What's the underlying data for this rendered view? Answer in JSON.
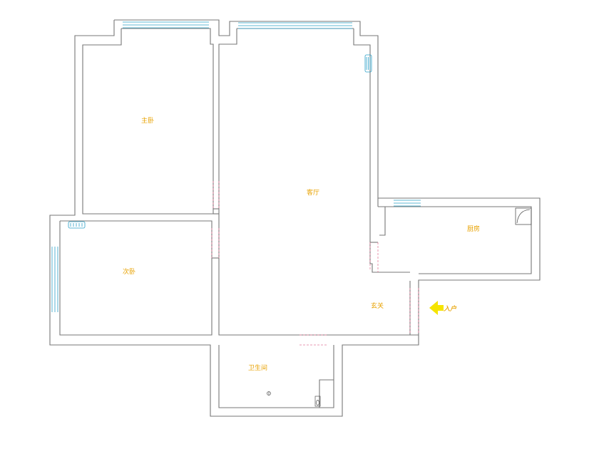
{
  "plan": {
    "rooms": {
      "master_bedroom": "主卧",
      "living_room": "客厅",
      "kitchen": "厨房",
      "second_bedroom": "次卧",
      "foyer": "玄关",
      "bathroom": "卫生间"
    },
    "entry_label": "入户"
  },
  "colors": {
    "wall": "#777777",
    "label": "#e8a200",
    "window": "#2aa0c8",
    "door_dash": "#e37a9a",
    "entry_arrow": "#f5e400"
  },
  "icons": {
    "entry": "arrow-left-icon",
    "ac": "air-conditioner-icon",
    "floor_drain": "floor-drain-icon"
  }
}
